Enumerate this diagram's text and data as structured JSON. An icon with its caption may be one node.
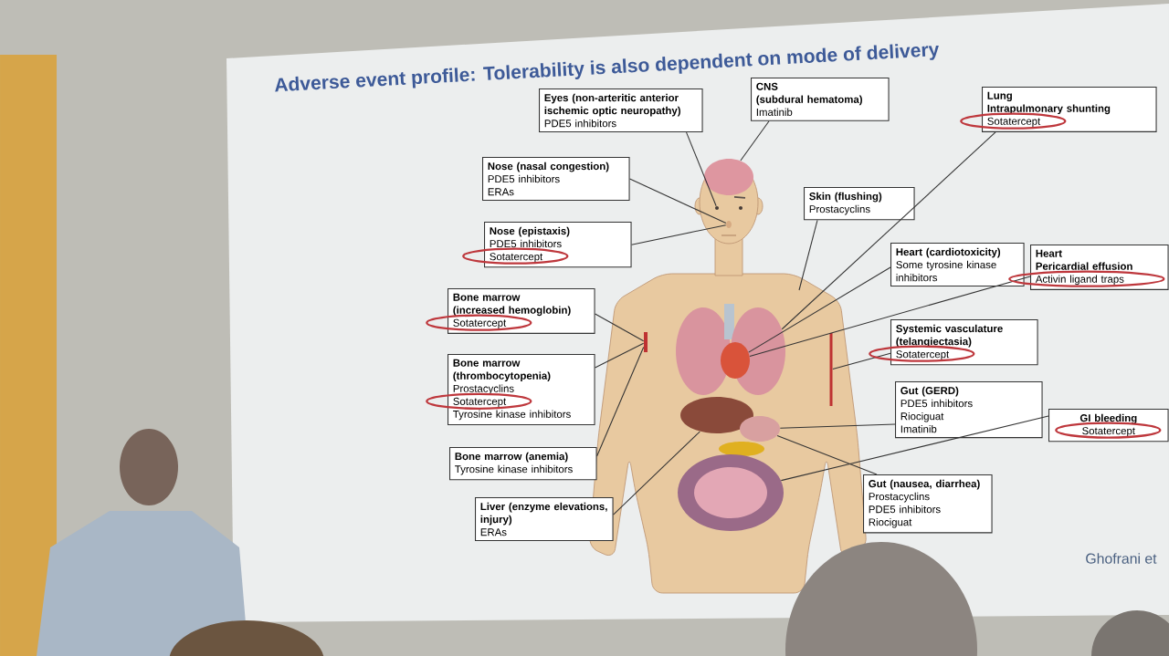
{
  "diagram": {
    "title": "Adverse event profile: Tolerability is also dependent on mode of delivery",
    "nodes": [
      {
        "text": [
          "Eyes (non-arteritic anterior ischemic optic neuropathy)",
          "PDE5 inhibitors"
        ]
      },
      {
        "text": [
          "CNS",
          "(subdural hematoma)",
          "Imatinib"
        ]
      },
      {
        "text": [
          "Lung",
          "Intrapulmonary shunting",
          "Sotatercept"
        ]
      },
      {
        "text": [
          "Nose (nasal congestion)",
          "PDE5 inhibitors",
          "ERAs"
        ]
      },
      {
        "text": [
          "Nose (epistaxis)",
          "PDE5 inhibitors",
          "Sotatercept"
        ]
      },
      {
        "text": [
          "Skin (flushing)",
          "Prostacyclins"
        ]
      },
      {
        "text": [
          "Heart (cardiotoxicity)",
          "Some tyrosine kinase inhibitors"
        ]
      },
      {
        "text": [
          "Heart",
          "Pericardial effusion",
          "Activin ligand traps"
        ]
      },
      {
        "text": [
          "Bone marrow",
          "(increased hemoglobin)",
          "Sotatercept"
        ]
      },
      {
        "text": [
          "Systemic vasculature",
          "(telangiectasia)",
          "Sotatercept"
        ]
      },
      {
        "text": [
          "Bone marrow",
          "(thrombocytopenia)",
          "Prostacyclins",
          "Sotatercept",
          "Tyrosine kinase inhibitors"
        ]
      },
      {
        "text": [
          "Gut (GERD)",
          "PDE5 inhibitors",
          "Riociguat",
          "Imatinib"
        ]
      },
      {
        "text": [
          "GI bleeding",
          "Sotatercept"
        ]
      },
      {
        "text": [
          "Bone marrow (anemia)",
          "Tyrosine kinase inhibitors"
        ]
      },
      {
        "text": [
          "Gut (nausea, diarrhea)",
          "Prostacyclins",
          "PDE5 inhibitors",
          "Riociguat"
        ]
      },
      {
        "text": [
          "Liver (enzyme elevations, injury)",
          "ERAs"
        ]
      },
      {
        "text": [],
        "shape": "circle"
      },
      {
        "text": [],
        "shape": "circle"
      },
      {
        "text": [],
        "shape": "circle"
      },
      {
        "text": [],
        "shape": "circle"
      },
      {
        "text": [],
        "shape": "circle"
      },
      {
        "text": [],
        "shape": "box"
      },
      {
        "text": [],
        "shape": "box"
      },
      {
        "text": [],
        "shape": "circle"
      },
      {
        "text": [],
        "shape": "circle"
      },
      {
        "text": [],
        "shape": "circle"
      },
      {
        "text": [],
        "shape": "circle",
        "in": 25
      }
    ],
    "edges": [
      {
        "from": 0,
        "to": 17,
        "arrow": "none"
      },
      {
        "from": 1,
        "to": 16,
        "arrow": "none"
      },
      {
        "from": 2,
        "to": 19,
        "arrow": "none"
      },
      {
        "from": 3,
        "to": 18,
        "arrow": "none"
      },
      {
        "from": 4,
        "to": 18,
        "arrow": "none"
      },
      {
        "from": 5,
        "to": null,
        "arrow": "none"
      },
      {
        "from": 6,
        "to": 20,
        "arrow": "none"
      },
      {
        "from": 7,
        "to": 20,
        "arrow": "none"
      },
      {
        "from": 8,
        "to": 21,
        "arrow": "none"
      },
      {
        "from": 9,
        "to": 22,
        "arrow": "none"
      },
      {
        "from": 10,
        "to": 21,
        "arrow": "none"
      },
      {
        "from": 11,
        "to": 24,
        "arrow": "none"
      },
      {
        "from": 12,
        "to": 25,
        "arrow": "none"
      },
      {
        "from": 13,
        "to": 21,
        "arrow": "none"
      },
      {
        "from": 14,
        "to": 24,
        "arrow": "none"
      },
      {
        "from": 15,
        "to": 23,
        "arrow": "none"
      }
    ],
    "labels": [
      "Ghofrani et"
    ]
  }
}
